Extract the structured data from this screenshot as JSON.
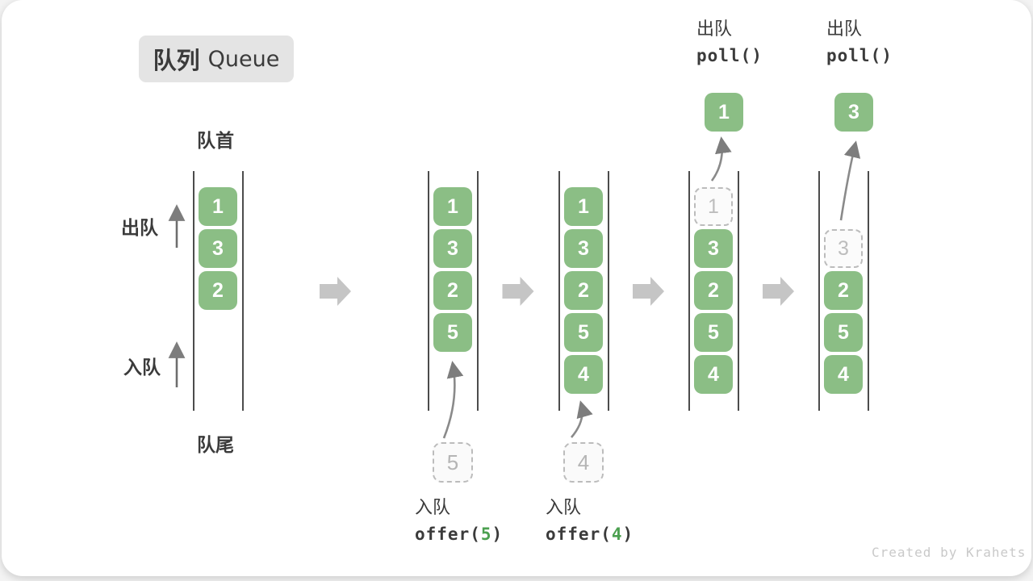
{
  "title": {
    "zh": "队列",
    "en": "Queue"
  },
  "labels": {
    "front": "队首",
    "rear": "队尾",
    "dequeue": "出队",
    "enqueue": "入队"
  },
  "watermark": "Created by Krahets",
  "colors": {
    "box_green": "#8bbe85",
    "code_arg_green": "#4ca050",
    "block_arrow_gray": "#c5c5c5",
    "wall_gray": "#4c4c4c",
    "text_dark": "#3b3b3b",
    "dashed_gray": "#bcbcbc"
  },
  "stages": [
    {
      "name": "initial",
      "slots": [
        {
          "slot": 0,
          "value": "1",
          "style": "filled"
        },
        {
          "slot": 1,
          "value": "3",
          "style": "filled"
        },
        {
          "slot": 2,
          "value": "2",
          "style": "filled"
        }
      ]
    },
    {
      "name": "after-offer-5",
      "slots": [
        {
          "slot": 0,
          "value": "1",
          "style": "filled"
        },
        {
          "slot": 1,
          "value": "3",
          "style": "filled"
        },
        {
          "slot": 2,
          "value": "2",
          "style": "filled"
        },
        {
          "slot": 3,
          "value": "5",
          "style": "filled"
        }
      ],
      "incoming": {
        "value": "5"
      },
      "caption_below": {
        "label": "入队",
        "code": {
          "pre": "offer(",
          "arg": "5",
          "post": ")"
        }
      }
    },
    {
      "name": "after-offer-4",
      "slots": [
        {
          "slot": 0,
          "value": "1",
          "style": "filled"
        },
        {
          "slot": 1,
          "value": "3",
          "style": "filled"
        },
        {
          "slot": 2,
          "value": "2",
          "style": "filled"
        },
        {
          "slot": 3,
          "value": "5",
          "style": "filled"
        },
        {
          "slot": 4,
          "value": "4",
          "style": "filled"
        }
      ],
      "incoming": {
        "value": "4"
      },
      "caption_below": {
        "label": "入队",
        "code": {
          "pre": "offer(",
          "arg": "4",
          "post": ")"
        }
      }
    },
    {
      "name": "after-poll-1",
      "slots": [
        {
          "slot": 0,
          "value": "1",
          "style": "dashed"
        },
        {
          "slot": 1,
          "value": "3",
          "style": "filled"
        },
        {
          "slot": 2,
          "value": "2",
          "style": "filled"
        },
        {
          "slot": 3,
          "value": "5",
          "style": "filled"
        },
        {
          "slot": 4,
          "value": "4",
          "style": "filled"
        }
      ],
      "popped": {
        "value": "1"
      },
      "caption_above": {
        "label": "出队",
        "code": "poll()"
      }
    },
    {
      "name": "after-poll-3",
      "slots": [
        {
          "slot": 1,
          "value": "3",
          "style": "dashed"
        },
        {
          "slot": 2,
          "value": "2",
          "style": "filled"
        },
        {
          "slot": 3,
          "value": "5",
          "style": "filled"
        },
        {
          "slot": 4,
          "value": "4",
          "style": "filled"
        }
      ],
      "popped": {
        "value": "3"
      },
      "caption_above": {
        "label": "出队",
        "code": "poll()"
      }
    }
  ]
}
